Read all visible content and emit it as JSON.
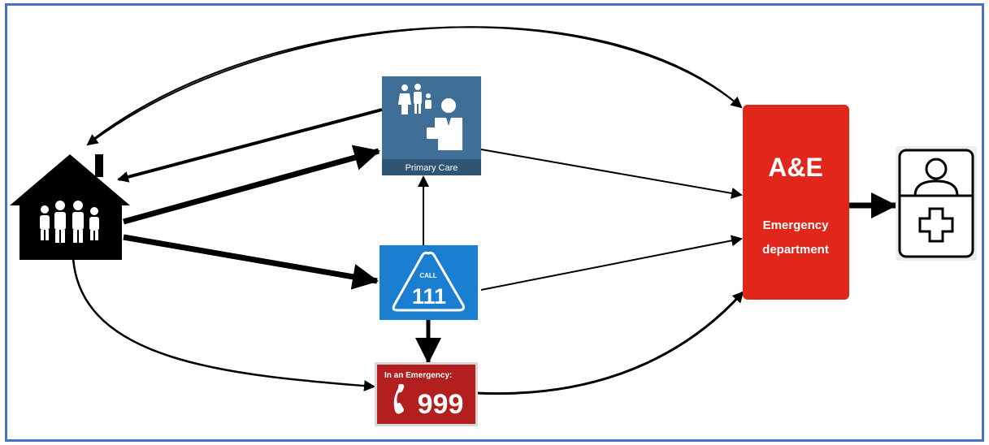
{
  "nodes": {
    "home": {
      "icon": "house-family-icon"
    },
    "primary_care": {
      "label": "Primary Care",
      "icon": "doctor-family-icon",
      "color": "#3f6f97",
      "label_bg": "#2f5574"
    },
    "call_111": {
      "call_text": "CALL",
      "number": "111",
      "icon": "call-111-triangle-icon",
      "color": "#1b7fd1"
    },
    "emergency_999": {
      "heading": "In an Emergency:",
      "number": "999",
      "icon": "phone-icon",
      "color": "#b31e1e"
    },
    "ae": {
      "title": "A&E",
      "subtitle_line1": "Emergency",
      "subtitle_line2": "department",
      "color": "#e1261c"
    },
    "hospital": {
      "icon": "patient-medical-cross-icon"
    }
  },
  "colors": {
    "border": "#4a72c4",
    "arrow": "#000000"
  }
}
